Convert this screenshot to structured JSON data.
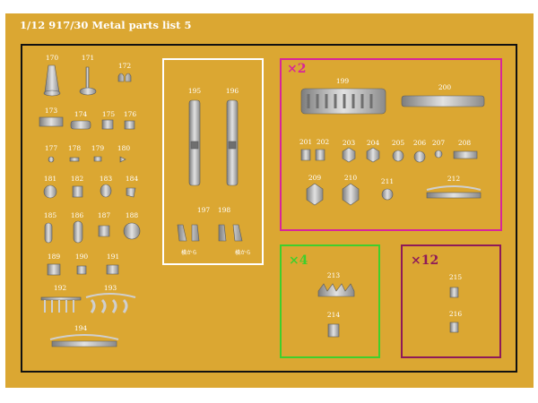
{
  "title": "1/12 917/30  Metal parts list 5",
  "colors": {
    "background": "#dba732",
    "frame": "#111111",
    "box_white": "#ffffff",
    "box_magenta": "#d8259a",
    "box_green": "#3fcf2c",
    "box_purple": "#8e1a59",
    "parts_metal": "#b9b9b9"
  },
  "groups": {
    "main": {
      "labels": [
        "170",
        "171",
        "172",
        "173",
        "174",
        "175",
        "176",
        "177",
        "178",
        "179",
        "180",
        "181",
        "182",
        "183",
        "184",
        "185",
        "186",
        "187",
        "188",
        "189",
        "190",
        "191",
        "192",
        "193",
        "194"
      ]
    },
    "center": {
      "labels": [
        "195",
        "196",
        "197",
        "198"
      ],
      "note_left": "横から",
      "note_right": "横から"
    },
    "x2": {
      "multiplier": "×2",
      "labels": [
        "199",
        "200",
        "201",
        "202",
        "203",
        "204",
        "205",
        "206",
        "207",
        "208",
        "209",
        "210",
        "211",
        "212"
      ]
    },
    "x4": {
      "multiplier": "×4",
      "labels": [
        "213",
        "214"
      ]
    },
    "x12": {
      "multiplier": "×12",
      "labels": [
        "215",
        "216"
      ]
    }
  }
}
